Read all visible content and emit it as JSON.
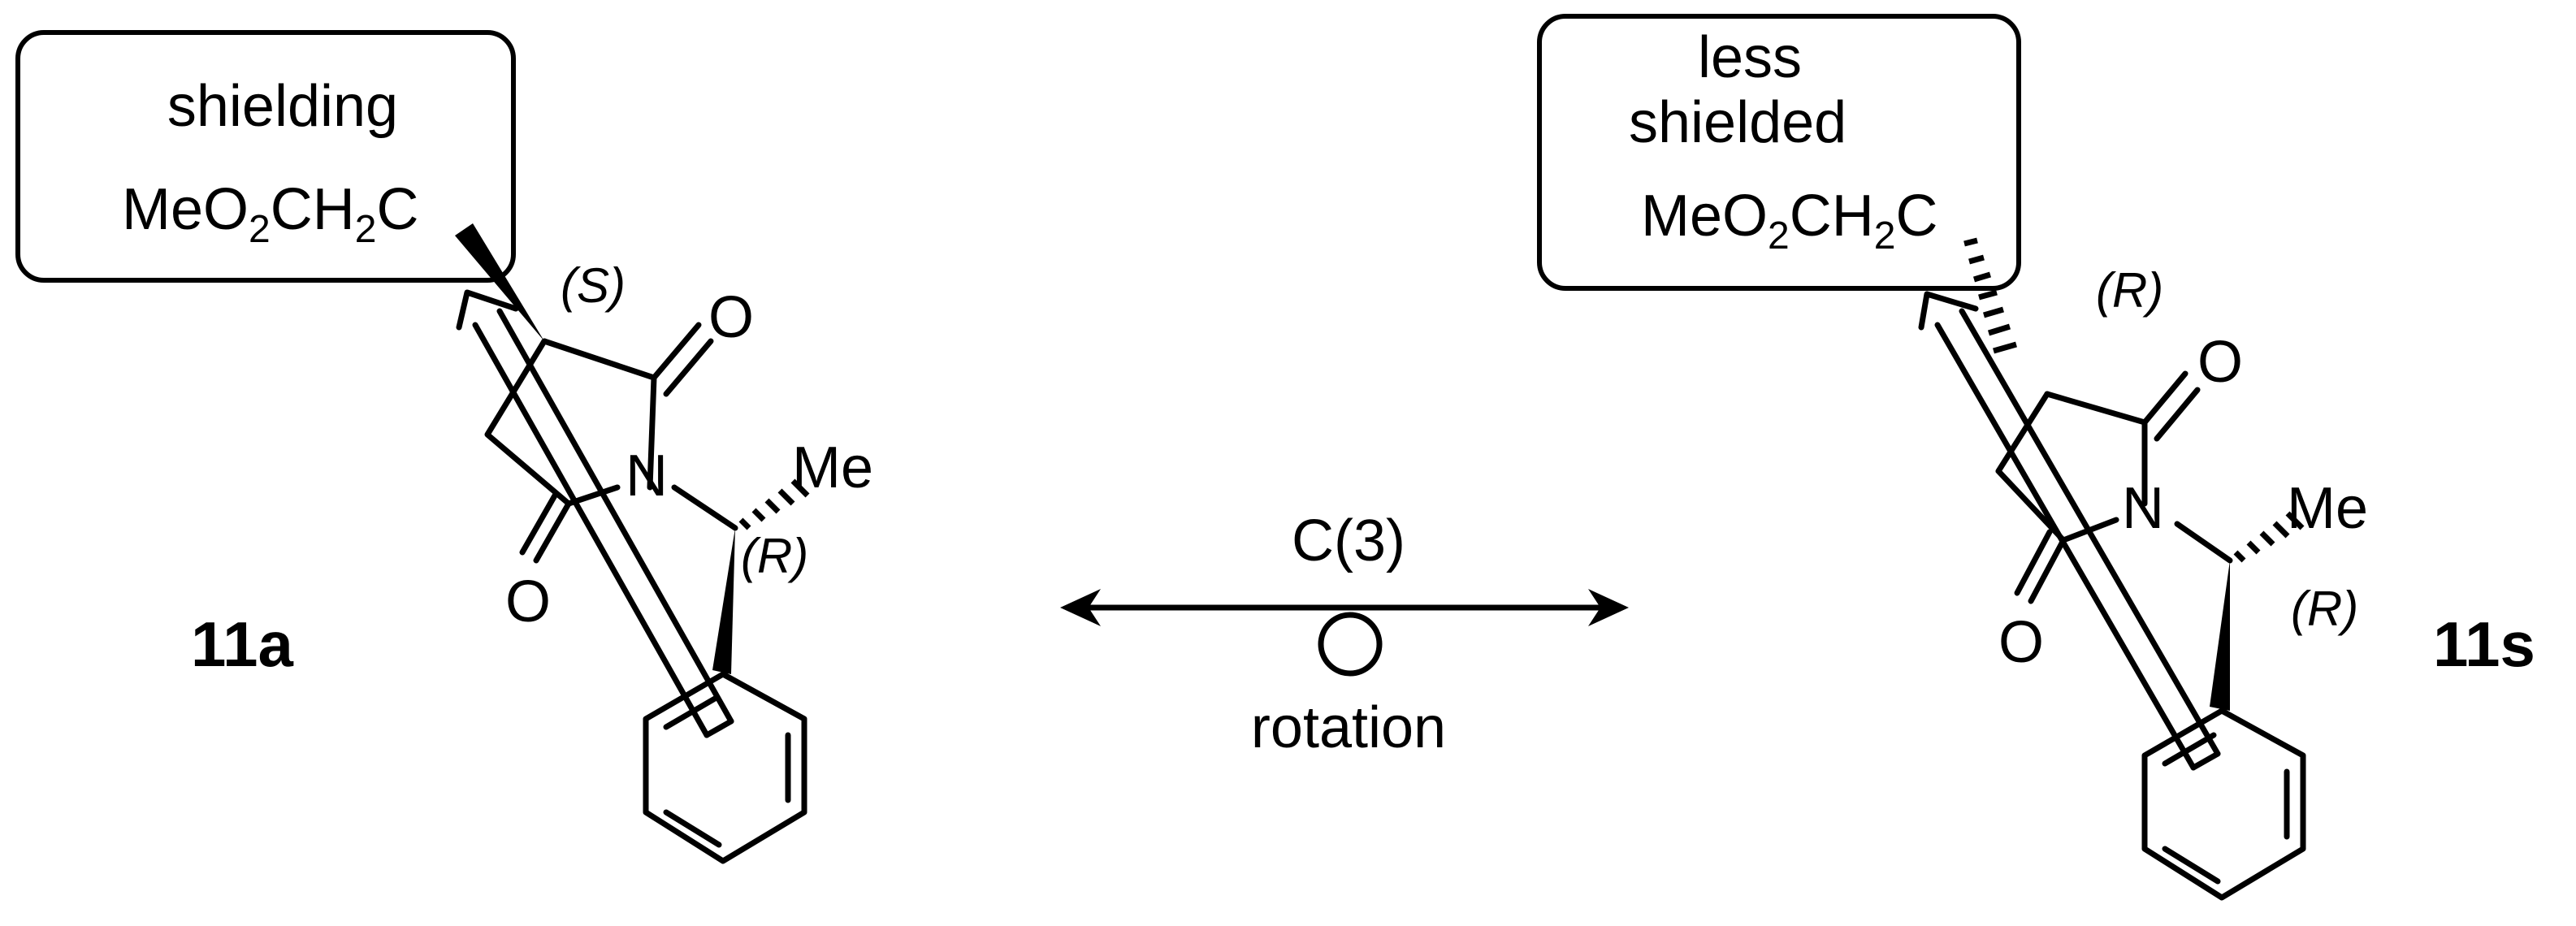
{
  "left_structure": {
    "box_label": "shielding",
    "substituent": {
      "main": "MeO",
      "sub1": "2",
      "mid": "CH",
      "sub2": "2",
      "end": "C"
    },
    "stereo_top": "(S)",
    "stereo_bottom": "(R)",
    "atom_O_top": "O",
    "atom_O_bottom": "O",
    "atom_N": "N",
    "methyl": "Me",
    "compound_label": "11a"
  },
  "right_structure": {
    "box_label_line1": "less",
    "box_label_line2": "shielded",
    "substituent": {
      "main": "MeO",
      "sub1": "2",
      "mid": "CH",
      "sub2": "2",
      "end": "C"
    },
    "stereo_top": "(R)",
    "stereo_bottom": "(R)",
    "atom_O_top": "O",
    "atom_O_bottom": "O",
    "atom_N": "N",
    "methyl": "Me",
    "compound_label": "11s"
  },
  "center": {
    "label_top": "C(3)",
    "label_bottom": "rotation"
  }
}
